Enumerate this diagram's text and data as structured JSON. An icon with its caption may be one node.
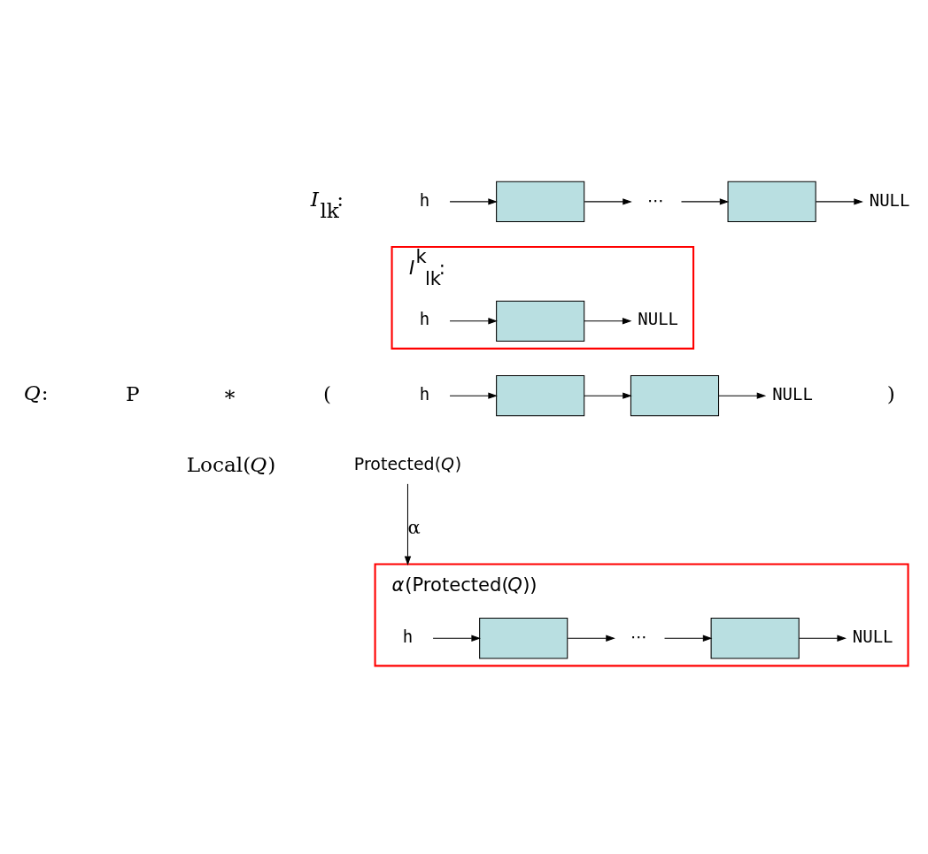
{
  "diagram": {
    "nodes": [
      {
        "text": [
          "h"
        ]
      },
      {
        "text": [],
        "shape": "box"
      },
      {
        "text": [
          "⋯"
        ]
      },
      {
        "text": [],
        "shape": "box"
      },
      {
        "text": [
          "NULL"
        ]
      },
      {
        "text": [
          "*I*$^{k}$$_{lk}$:"
        ]
      },
      {
        "text": [
          "h"
        ],
        "in": 5
      },
      {
        "text": [],
        "shape": "box",
        "in": 5
      },
      {
        "text": [
          "NULL"
        ],
        "in": 5
      },
      {
        "text": [
          "Protected(*Q*)"
        ]
      },
      {
        "text": [
          "h"
        ]
      },
      {
        "text": [],
        "shape": "box"
      },
      {
        "text": [],
        "shape": "box"
      },
      {
        "text": [
          "NULL"
        ]
      },
      {
        "text": [
          "*α*(Protected(*Q*))"
        ]
      },
      {
        "text": [
          "h"
        ],
        "in": 14
      },
      {
        "text": [],
        "shape": "box",
        "in": 14
      },
      {
        "text": [
          "⋯"
        ],
        "in": 14
      },
      {
        "text": [],
        "shape": "box",
        "in": 14
      },
      {
        "text": [
          "NULL"
        ],
        "in": 14
      }
    ],
    "edges": [
      {
        "from": 0,
        "to": 1,
        "arrow": "to"
      },
      {
        "from": 1,
        "to": 2,
        "arrow": "to"
      },
      {
        "from": 2,
        "to": 3,
        "arrow": "to"
      },
      {
        "from": 3,
        "to": 4,
        "arrow": "to"
      },
      {
        "from": 6,
        "to": 7,
        "arrow": "to"
      },
      {
        "from": 7,
        "to": 8,
        "arrow": "to"
      },
      {
        "from": 10,
        "to": 11,
        "arrow": "to"
      },
      {
        "from": 11,
        "to": 12,
        "arrow": "to"
      },
      {
        "from": 12,
        "to": 13,
        "arrow": "to"
      },
      {
        "from": 9,
        "to": 14,
        "arrow": "to",
        "label": "α"
      },
      {
        "from": 15,
        "to": 16,
        "arrow": "to"
      },
      {
        "from": 16,
        "to": 17,
        "arrow": "to"
      },
      {
        "from": 17,
        "to": 18,
        "arrow": "to"
      },
      {
        "from": 18,
        "to": 19,
        "arrow": "to"
      }
    ],
    "labels": [
      "*I*$_{lk}$:",
      "*Q*:",
      "P",
      "∗",
      "(",
      ")",
      "Local(*Q*)"
    ]
  }
}
